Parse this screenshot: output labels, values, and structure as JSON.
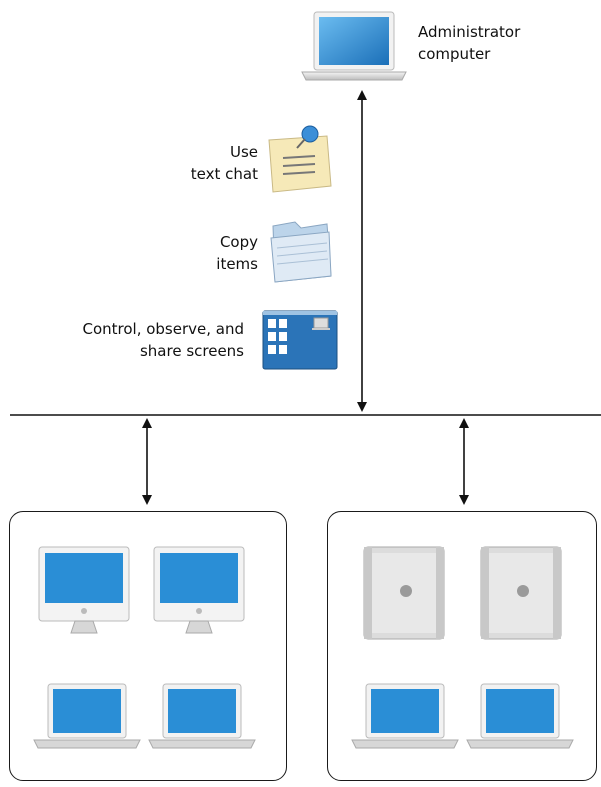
{
  "admin": {
    "line1": "Administrator",
    "line2": "computer"
  },
  "actions": [
    {
      "line1": "Use",
      "line2": "text chat",
      "icon": "note-icon"
    },
    {
      "line1": "Copy",
      "line2": "items",
      "icon": "folder-icon"
    },
    {
      "line1": "Control, observe, and",
      "line2": "share screens",
      "icon": "screen-sharing-icon"
    }
  ],
  "groups": [
    {
      "name": "client-group-left",
      "desktop": "imac",
      "laptop": "macbook"
    },
    {
      "name": "client-group-right",
      "desktop": "mac-pro",
      "laptop": "macbook"
    }
  ],
  "colors": {
    "screen": "#2a8ed6",
    "line": "#111111"
  }
}
